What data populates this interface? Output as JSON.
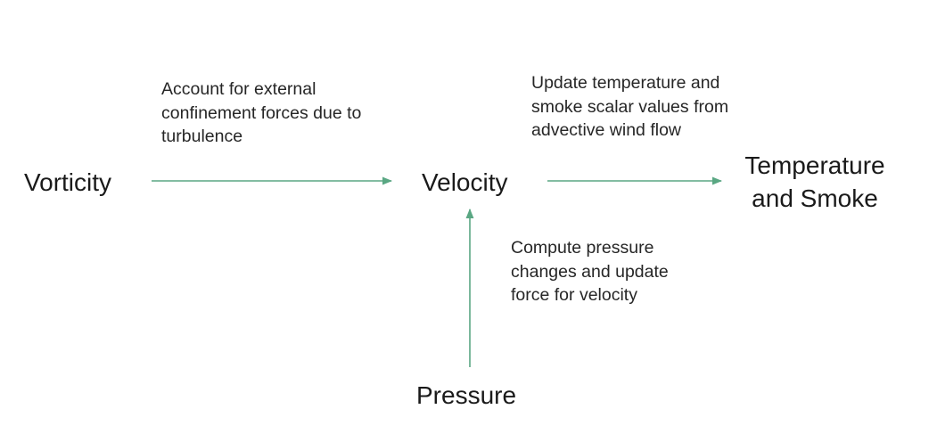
{
  "nodes": {
    "vorticity": "Vorticity",
    "velocity": "Velocity",
    "temperature_smoke_line1": "Temperature",
    "temperature_smoke_line2": "and Smoke",
    "pressure": "Pressure"
  },
  "notes": {
    "vorticity_to_velocity": "Account for external\nconfinement forces due to\nturbulence",
    "velocity_to_temperature": "Update temperature and\nsmoke scalar values from\nadvective wind flow",
    "pressure_to_velocity": "Compute pressure\nchanges and update\nforce for velocity"
  },
  "colors": {
    "arrow": "#5aa783",
    "text": "#1a1a1a"
  }
}
